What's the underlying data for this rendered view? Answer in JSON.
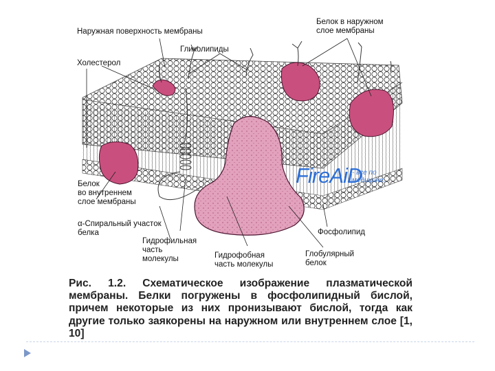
{
  "labels": {
    "outer_surface": "Наружная поверхность мембраны",
    "glycolipids": "Гликолипиды",
    "cholesterol": "Холестерол",
    "outer_protein": "Белок в наружном\nслое мембраны",
    "inner_protein": "Белок\nво внутреннем\nслое мембраны",
    "alpha_helix": "α-Спиральный участок\nбелка",
    "hydrophilic": "Гидрофильная\nчасть\nмолекулы",
    "hydrophobic": "Гидрофобная\nчасть молекулы",
    "globular": "Глобулярный\nбелок",
    "phospholipid": "Фосфолипид"
  },
  "watermark": {
    "logo": "FireAiD",
    "tag": "- все по\nмедицине."
  },
  "caption": "Рис. 1.2. Схематическое изображение плазматической мембраны. Белки погружены в фосфолипидный бислой, причем некоторые из них пронизывают бислой, тогда как другие только заякорены на наружном или внутреннем слое [1, 10]",
  "colors": {
    "protein": "#c9507e",
    "protein_light": "#e2a1bc",
    "lipid_head": "#ffffff",
    "outline": "#333333",
    "watermark": "#2d6fd6",
    "nav_arrow": "#7c98c9"
  },
  "icons": {
    "nav": "triangle-right-icon"
  }
}
